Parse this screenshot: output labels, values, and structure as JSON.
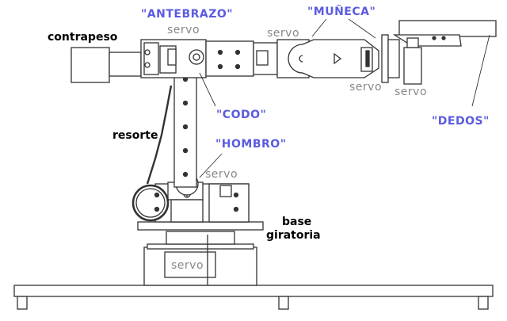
{
  "labels": {
    "contrapeso": "contrapeso",
    "antebrazo": "\"ANTEBRAZO\"",
    "muneca": "\"MUÑECA\"",
    "codo": "\"CODO\"",
    "hombro": "\"HOMBRO\"",
    "dedos": "\"DEDOS\"",
    "resorte": "resorte",
    "base_line1": "base",
    "base_line2": "giratoria",
    "servo_antebrazo": "servo",
    "servo_muneca": "servo",
    "servo_wrist_low": "servo",
    "servo_gripper": "servo",
    "servo_hombro": "servo",
    "servo_base": "servo"
  },
  "colors": {
    "component_label": "#5b5be0",
    "servo_label": "#888888",
    "part_label": "#000000",
    "line": "#333333"
  }
}
